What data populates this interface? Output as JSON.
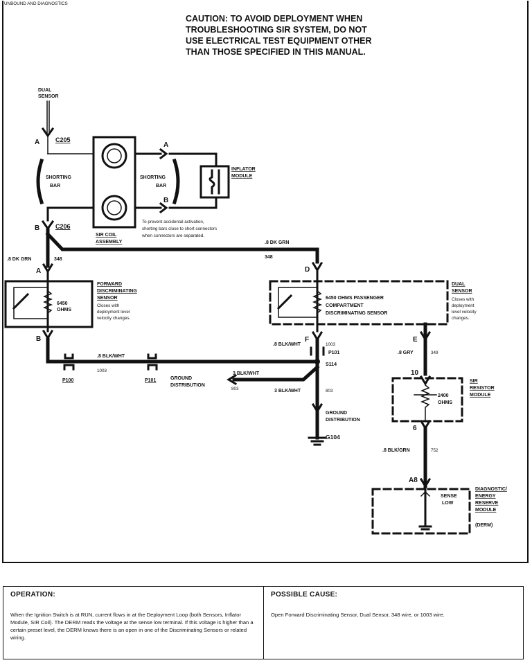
{
  "header_fragment": "UNBOUND AND DIAGNOSTICS",
  "caution": {
    "line1": "CAUTION: TO AVOID DEPLOYMENT WHEN",
    "line2": "TROUBLESHOOTING SIR SYSTEM, DO NOT",
    "line3": "USE ELECTRICAL TEST EQUIPMENT OTHER",
    "line4": "THAN THOSE SPECIFIED IN THIS MANUAL."
  },
  "labels": {
    "dual_sensor_top_1": "DUAL",
    "dual_sensor_top_2": "SENSOR",
    "c205": "C205",
    "c206": "C206",
    "pin_a": "A",
    "pin_b": "B",
    "pin_d": "D",
    "pin_e": "E",
    "pin_f": "F",
    "pin_10": "10",
    "pin_6": "6",
    "pin_a8": "A8",
    "shorting_bar_1": "SHORTING",
    "shorting_bar_2": "BAR",
    "sir_coil_1": "SIR COIL",
    "sir_coil_2": "ASSEMBLY",
    "inflator_1": "INFLATOR",
    "inflator_2": "MODULE",
    "note_1": "To prevent accidental activation,",
    "note_2": "shorting bars close to short connectors",
    "note_3": "when connectors are separated.",
    "wire_dkgrn": ".8 DK GRN",
    "wire_348": "348",
    "fwd_1": "FORWARD",
    "fwd_2": "DISCRIMINATING",
    "fwd_3": "SENSOR",
    "fwd_4": "Closes with",
    "fwd_5": "deployment level",
    "fwd_6": "velocity changes.",
    "fwd_ohms_1": "6450",
    "fwd_ohms_2": "OHMS",
    "pass_1": "6450 OHMS PASSENGER",
    "pass_2": "COMPARTMENT",
    "pass_3": "DISCRIMINATING SENSOR",
    "dual_r_1": "DUAL",
    "dual_r_2": "SENSOR",
    "dual_r_3": "Closes with",
    "dual_r_4": "deployment",
    "dual_r_5": "level velocity",
    "dual_r_6": "changes.",
    "wire_blkwht_8": ".8 BLK/WHT",
    "wire_1003": "1003",
    "p101": "P101",
    "p100": "P100",
    "s114": "S114",
    "ground_dist_1": "GROUND",
    "ground_dist_2": "DISTRIBUTION",
    "wire_blkwht_3": "3 BLK/WHT",
    "wire_803": "803",
    "g104": "G104",
    "wire_gry": ".8 GRY",
    "wire_349": "349",
    "sir_res_1": "SIR",
    "sir_res_2": "RESISTOR",
    "sir_res_3": "MODULE",
    "res_ohms_1": "2400",
    "res_ohms_2": "OHMS",
    "wire_blkgrn": ".8 BLK/GRN",
    "wire_752": "752",
    "sense_1": "SENSE",
    "sense_2": "LOW",
    "derm_1": "DIAGNOSTIC/",
    "derm_2": "ENERGY",
    "derm_3": "RESERVE",
    "derm_4": "MODULE",
    "derm_5": "(DERM)"
  },
  "operation": {
    "title": "OPERATION:",
    "text": "When the Ignition Switch is at RUN, current flows in at the Deployment Loop (both Sensors, Inflator Module, SIR Coil). The DERM reads the voltage at the sense low terminal. If this voltage is higher than a certain preset level, the DERM knows there is an open in one of the Discriminating Sensors or related wiring."
  },
  "possible_cause": {
    "title": "POSSIBLE CAUSE:",
    "text": "Open Forward Discriminating Sensor, Dual Sensor, 348 wire, or 1003 wire."
  }
}
